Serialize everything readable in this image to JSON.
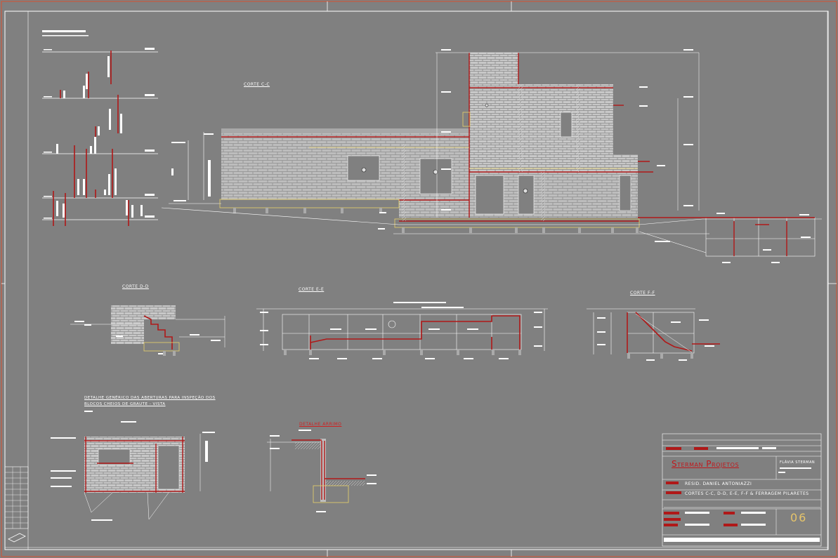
{
  "sections": {
    "corte_cc": "CORTE C-C",
    "corte_dd": "CORTE D-D",
    "corte_ee": "CORTE E-E",
    "corte_ff": "CORTE F-F"
  },
  "details": {
    "generic_line1": "DETALHE GENÉRICO DAS ABERTURAS PARA INSPEÇÃO DOS",
    "generic_line2": "BLOCOS CHEIOS DE GRAUTE - VISTA",
    "arrimo": "DETALHE ARRIMO"
  },
  "title_block": {
    "company": "Sterman Projetos",
    "designer": "FLÁVIA STERMAN",
    "project": "RESID. DANIEL ANTONIAZZI",
    "content": "CORTES C-C, D-D, E-E, F-F & FERRAGEM PILARETES",
    "sheet_number": "06"
  },
  "colors": {
    "background": "#808080",
    "line": "#ffffff",
    "accent": "#b01818",
    "highlight": "#e8d26a",
    "block": "#d4d4d4"
  }
}
